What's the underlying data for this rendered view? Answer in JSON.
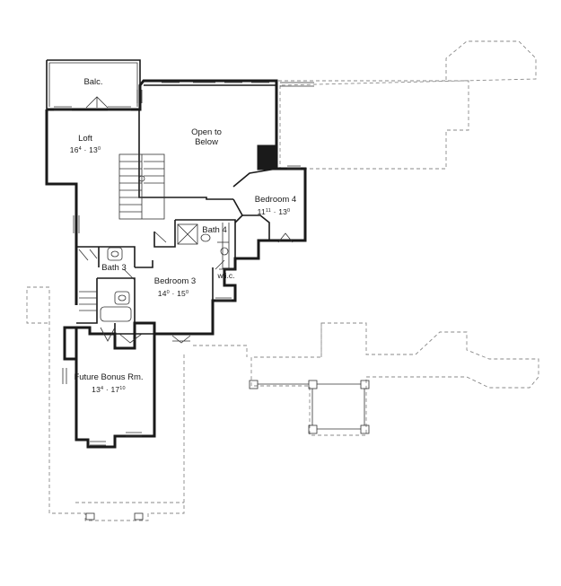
{
  "plan": {
    "rooms": [
      {
        "id": "balcony",
        "name": "Balc.",
        "dims": null
      },
      {
        "id": "loft",
        "name": "Loft",
        "dims": {
          "w": "16",
          "w_in": "4",
          "d": "13",
          "d_in": "0"
        }
      },
      {
        "id": "open-to-below",
        "name": "Open to Below",
        "lines": [
          "Open to",
          "Below"
        ],
        "dims": null
      },
      {
        "id": "bedroom-4",
        "name": "Bedroom 4",
        "dims": {
          "w": "11",
          "w_in": "11",
          "d": "13",
          "d_in": "0"
        }
      },
      {
        "id": "bath-4",
        "name": "Bath 4",
        "dims": null
      },
      {
        "id": "bath-3",
        "name": "Bath 3",
        "dims": null
      },
      {
        "id": "bedroom-3",
        "name": "Bedroom 3",
        "dims": {
          "w": "14",
          "w_in": "0",
          "d": "15",
          "d_in": "0"
        }
      },
      {
        "id": "wic",
        "name": "w.i.c.",
        "dims": null
      },
      {
        "id": "future-bonus",
        "name": "Future Bonus Rm.",
        "dims": {
          "w": "13",
          "w_in": "4",
          "d": "17",
          "d_in": "10"
        }
      }
    ],
    "separator": "·"
  }
}
